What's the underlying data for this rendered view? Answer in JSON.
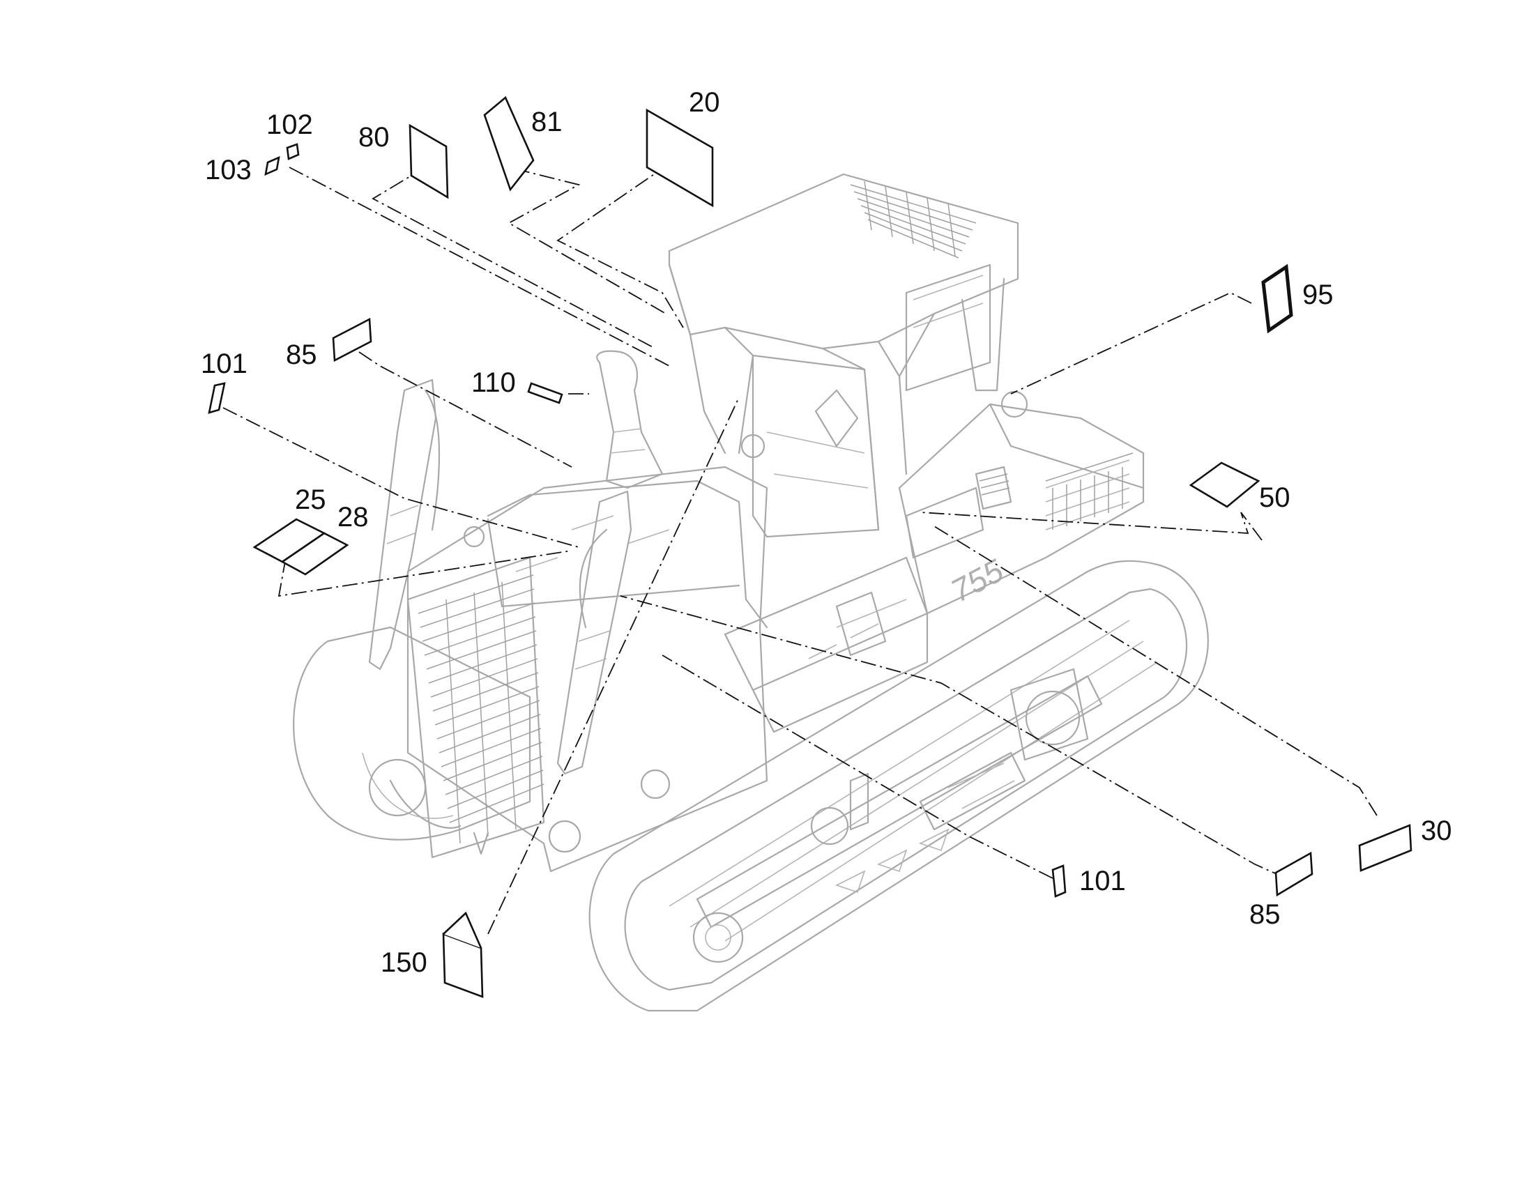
{
  "callouts": {
    "c20": "20",
    "c25": "25",
    "c28": "28",
    "c30": "30",
    "c50": "50",
    "c80": "80",
    "c81": "81",
    "c85_top": "85",
    "c85_bottom": "85",
    "c95": "95",
    "c101_left": "101",
    "c101_right": "101",
    "c102": "102",
    "c103": "103",
    "c110": "110",
    "c150": "150"
  },
  "machine_badge": "755",
  "colors": {
    "machine_line": "#a8a8a8",
    "decal_line": "#111111",
    "background": "#ffffff"
  }
}
